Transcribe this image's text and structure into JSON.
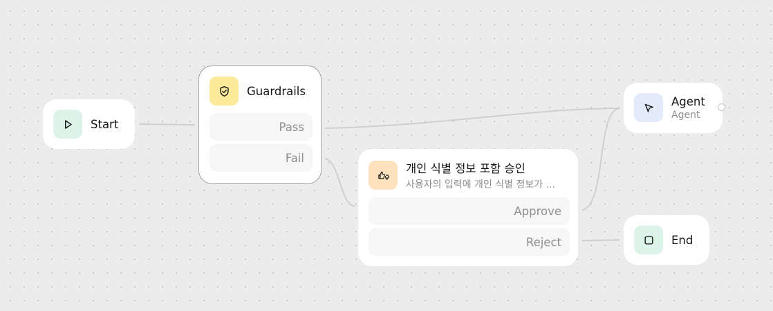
{
  "canvas": {
    "background": "#ececec",
    "edge_color": "#cfcfcf"
  },
  "nodes": {
    "start": {
      "label": "Start",
      "icon": "play-icon",
      "icon_bg": "#dcf3ea"
    },
    "guardrails": {
      "label": "Guardrails",
      "icon": "shield-check-icon",
      "icon_bg": "#fde99a",
      "ports": {
        "pass": "Pass",
        "fail": "Fail"
      }
    },
    "approval": {
      "label": "개인 식별 정보 포함 승인",
      "description": "사용자의 입력에 개인 식별 정보가 ...",
      "icon": "thumbs-up-down-icon",
      "icon_bg": "#fde2bd",
      "ports": {
        "approve": "Approve",
        "reject": "Reject"
      }
    },
    "agent": {
      "label": "Agent",
      "subtitle": "Agent",
      "icon": "cursor-arrow-icon",
      "icon_bg": "#e3ebfb"
    },
    "end": {
      "label": "End",
      "icon": "stop-square-icon",
      "icon_bg": "#dcf3ea"
    }
  }
}
